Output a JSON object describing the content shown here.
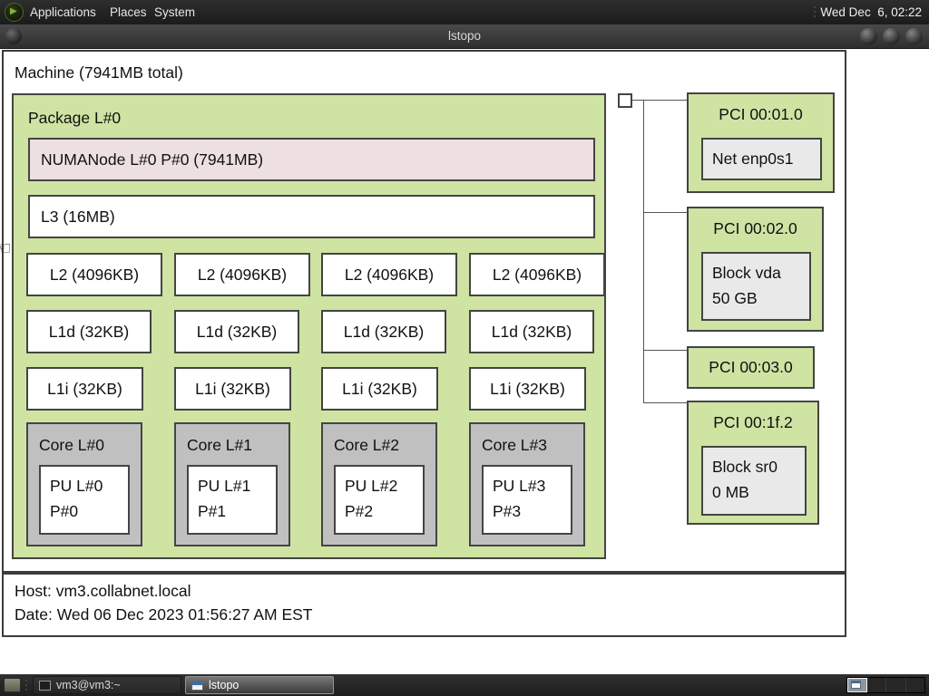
{
  "panel": {
    "menus": [
      "Applications",
      "Places",
      "System"
    ],
    "clock": "Wed Dec  6, 02:22"
  },
  "window": {
    "title": "lstopo"
  },
  "topology": {
    "machine_label": "Machine (7941MB total)",
    "package": {
      "label": "Package L#0",
      "numanode_label": "NUMANode L#0 P#0 (7941MB)",
      "l3_label": "L3 (16MB)",
      "l2": [
        "L2 (4096KB)",
        "L2 (4096KB)",
        "L2 (4096KB)",
        "L2 (4096KB)"
      ],
      "l1d": [
        "L1d (32KB)",
        "L1d (32KB)",
        "L1d (32KB)",
        "L1d (32KB)"
      ],
      "l1i": [
        "L1i (32KB)",
        "L1i (32KB)",
        "L1i (32KB)",
        "L1i (32KB)"
      ],
      "cores": [
        {
          "label": "Core L#0",
          "pu_l": "PU L#0",
          "pu_p": "P#0"
        },
        {
          "label": "Core L#1",
          "pu_l": "PU L#1",
          "pu_p": "P#1"
        },
        {
          "label": "Core L#2",
          "pu_l": "PU L#2",
          "pu_p": "P#2"
        },
        {
          "label": "Core L#3",
          "pu_l": "PU L#3",
          "pu_p": "P#3"
        }
      ]
    },
    "pci": [
      {
        "label": "PCI 00:01.0",
        "device_line1": "Net enp0s1"
      },
      {
        "label": "PCI 00:02.0",
        "device_line1": "Block vda",
        "device_line2": "50 GB"
      },
      {
        "label": "PCI 00:03.0"
      },
      {
        "label": "PCI 00:1f.2",
        "device_line1": "Block sr0",
        "device_line2": "0 MB"
      }
    ],
    "legend": {
      "host": "Host: vm3.collabnet.local",
      "date": "Date: Wed 06 Dec 2023 01:56:27 AM EST"
    }
  },
  "taskbar": {
    "tasks": [
      {
        "label": "vm3@vm3:~"
      },
      {
        "label": "lstopo"
      }
    ]
  },
  "colors": {
    "package_green": "#cfe3a2",
    "numanode_pink": "#eee0e0",
    "core_gray": "#c0c0c0",
    "device_gray": "#e9e9e9",
    "canvas_white": "#ffffff"
  }
}
